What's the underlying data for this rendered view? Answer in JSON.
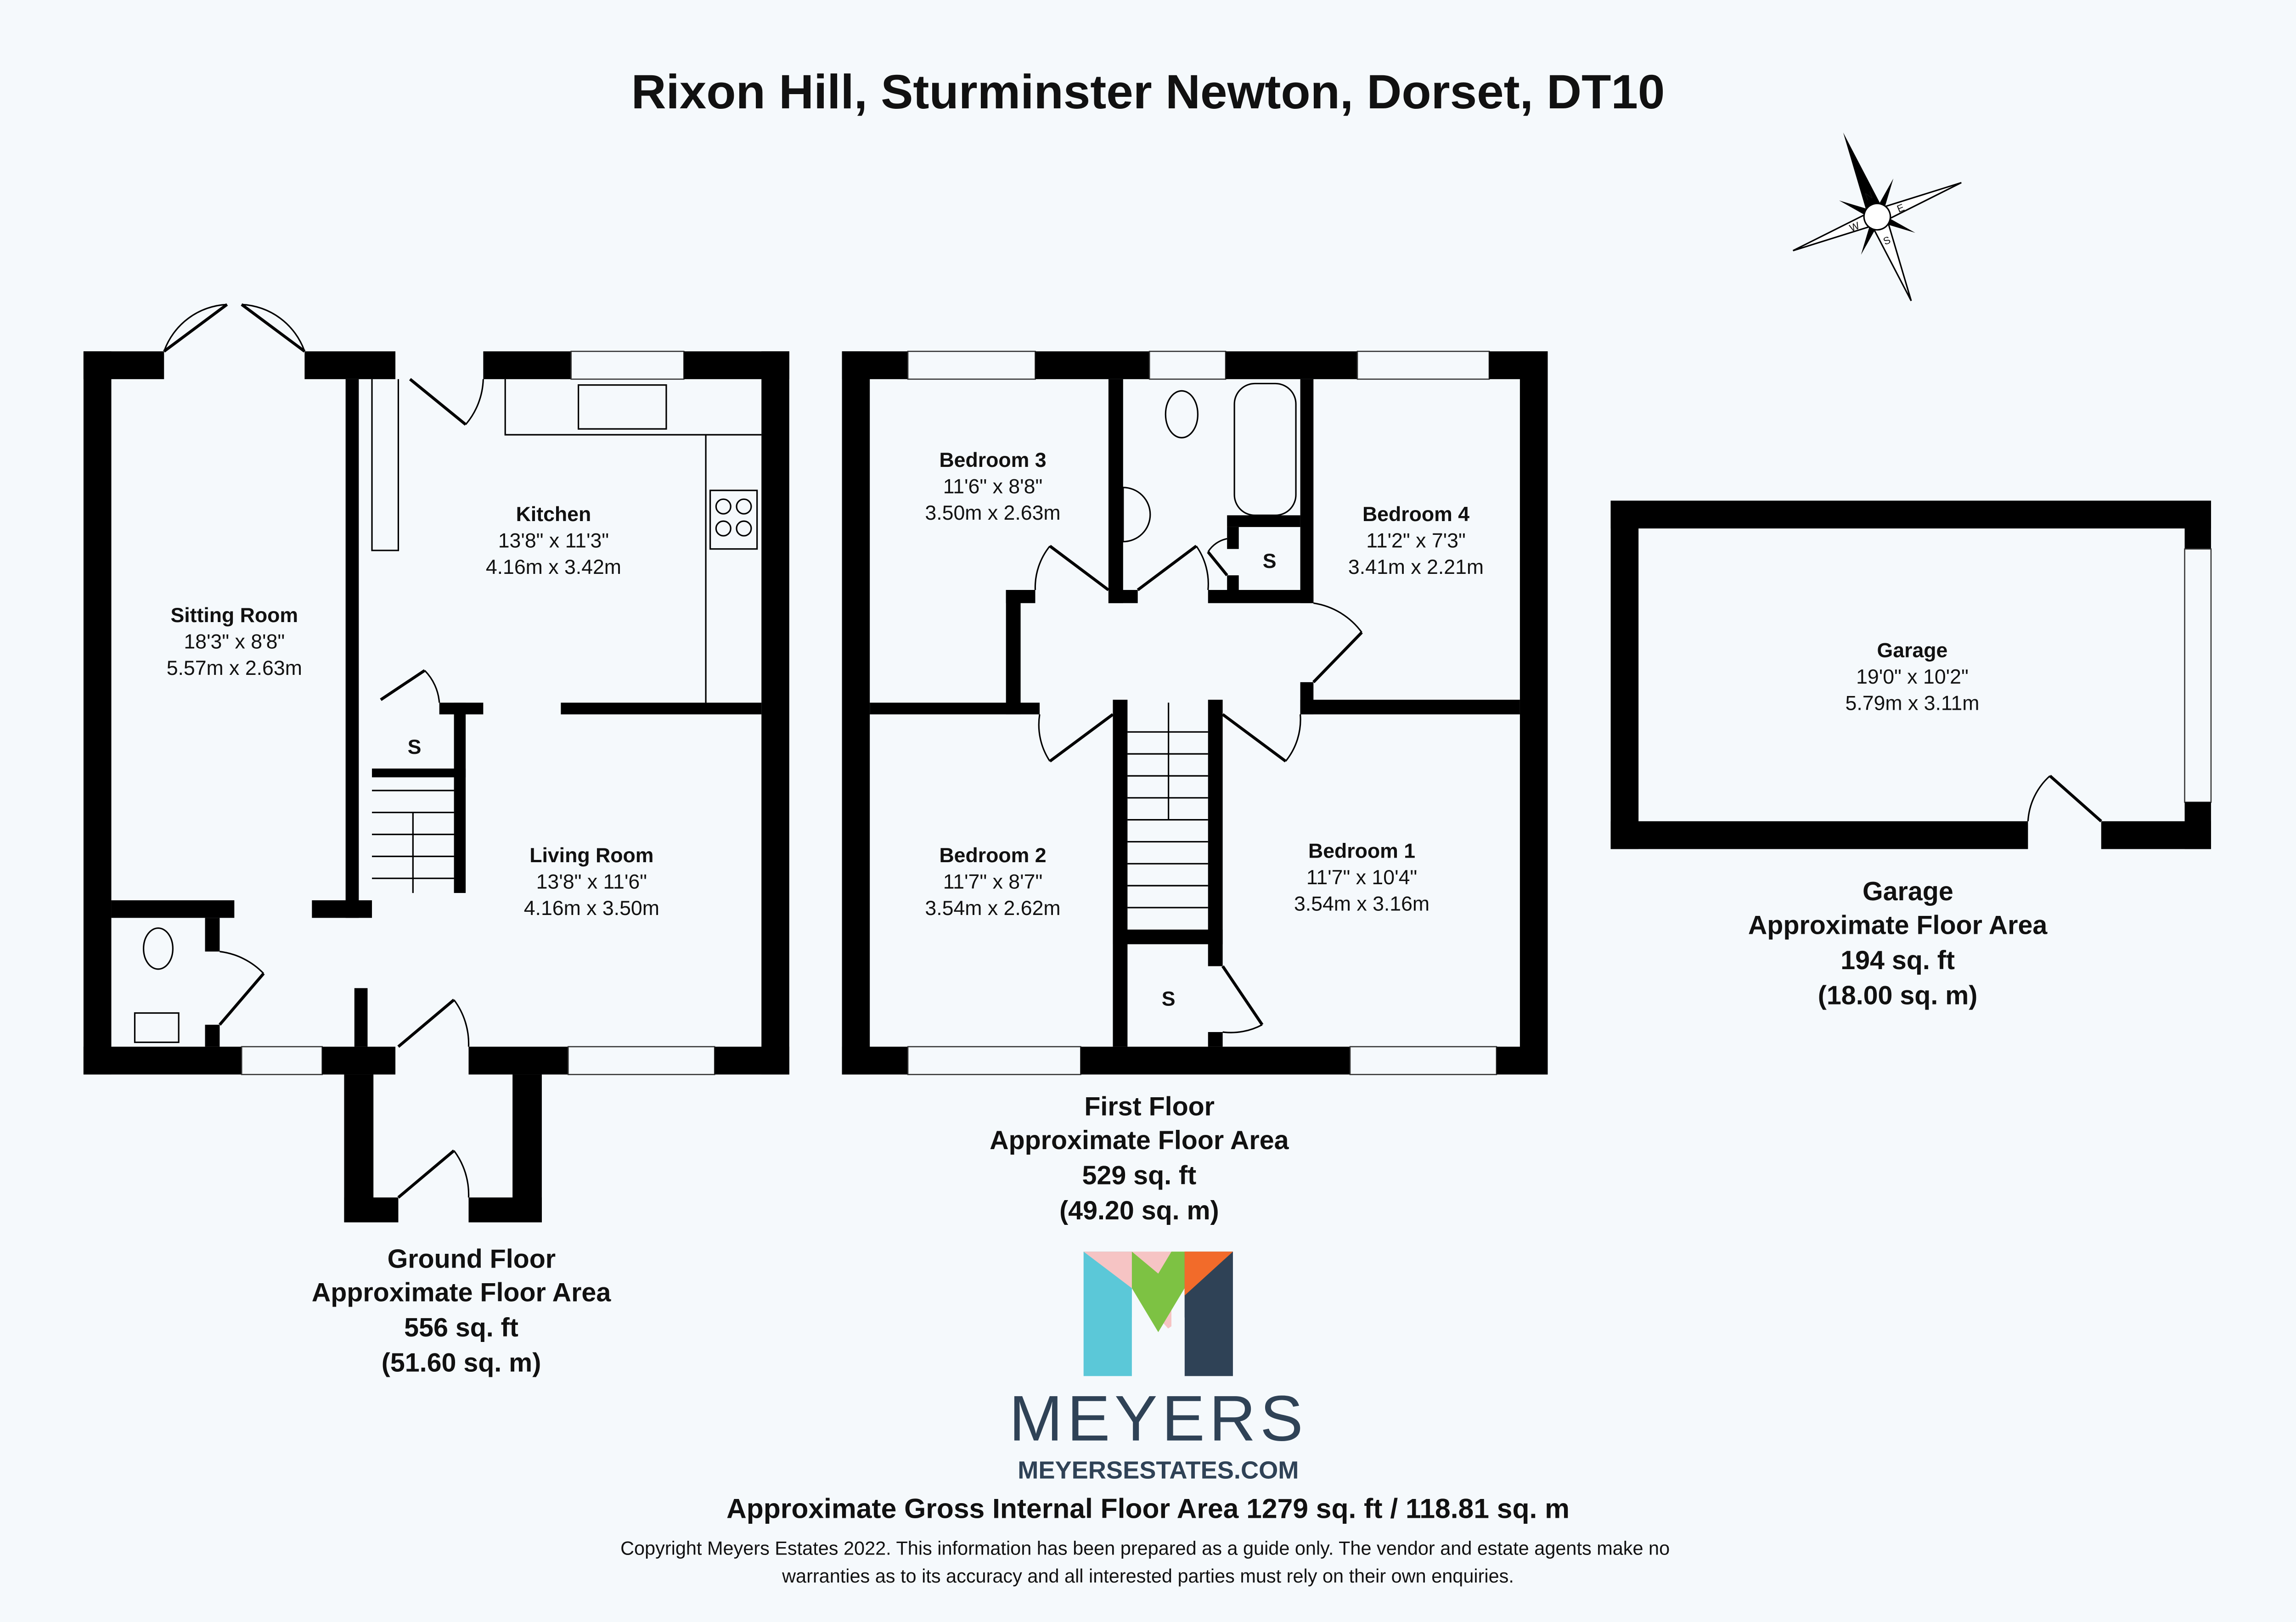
{
  "title": "Rixon Hill, Sturminster Newton, Dorset, DT10",
  "compass": {
    "icon": "compass-rose-icon",
    "letters": [
      "N",
      "E",
      "S",
      "W"
    ]
  },
  "ground_floor": {
    "label": "Ground Floor",
    "area_label": "Approximate Floor Area",
    "sqft": "556 sq. ft",
    "sqm": "(51.60 sq. m)",
    "rooms": [
      {
        "name": "Sitting Room",
        "imperial": "18'3\" x 8'8\"",
        "metric": "5.57m x 2.63m"
      },
      {
        "name": "Kitchen",
        "imperial": "13'8\" x 11'3\"",
        "metric": "4.16m x 3.42m"
      },
      {
        "name": "Living Room",
        "imperial": "13'8\" x 11'6\"",
        "metric": "4.16m x 3.50m"
      }
    ],
    "storage": "S"
  },
  "first_floor": {
    "label": "First Floor",
    "area_label": "Approximate Floor Area",
    "sqft": "529 sq. ft",
    "sqm": "(49.20 sq. m)",
    "rooms": [
      {
        "name": "Bedroom 3",
        "imperial": "11'6\" x 8'8\"",
        "metric": "3.50m x 2.63m"
      },
      {
        "name": "Bedroom 4",
        "imperial": "11'2\" x 7'3\"",
        "metric": "3.41m x 2.21m"
      },
      {
        "name": "Bedroom 2",
        "imperial": "11'7\" x 8'7\"",
        "metric": "3.54m x 2.62m"
      },
      {
        "name": "Bedroom 1",
        "imperial": "11'7\" x 10'4\"",
        "metric": "3.54m x 3.16m"
      }
    ],
    "storage": "S"
  },
  "garage": {
    "label": "Garage",
    "area_label": "Approximate Floor Area",
    "sqft": "194 sq. ft",
    "sqm": "(18.00 sq. m)",
    "room": {
      "name": "Garage",
      "imperial": "19'0\" x 10'2\"",
      "metric": "5.79m x 3.11m"
    }
  },
  "logo": {
    "brand": "MEYERS",
    "url": "MEYERSESTATES.COM",
    "colors": {
      "pink": "#f6c4c4",
      "green": "#7dc243",
      "orange": "#f26b2a",
      "cyan": "#5bc8d8",
      "navy": "#2f4256"
    }
  },
  "gross_area": "Approximate Gross Internal Floor Area 1279 sq. ft / 118.81 sq. m",
  "copyright": [
    "Copyright Meyers Estates 2022. This information has been prepared as a guide only. The vendor and estate agents make no",
    "warranties as to its accuracy and all interested parties must rely on their own enquiries."
  ]
}
